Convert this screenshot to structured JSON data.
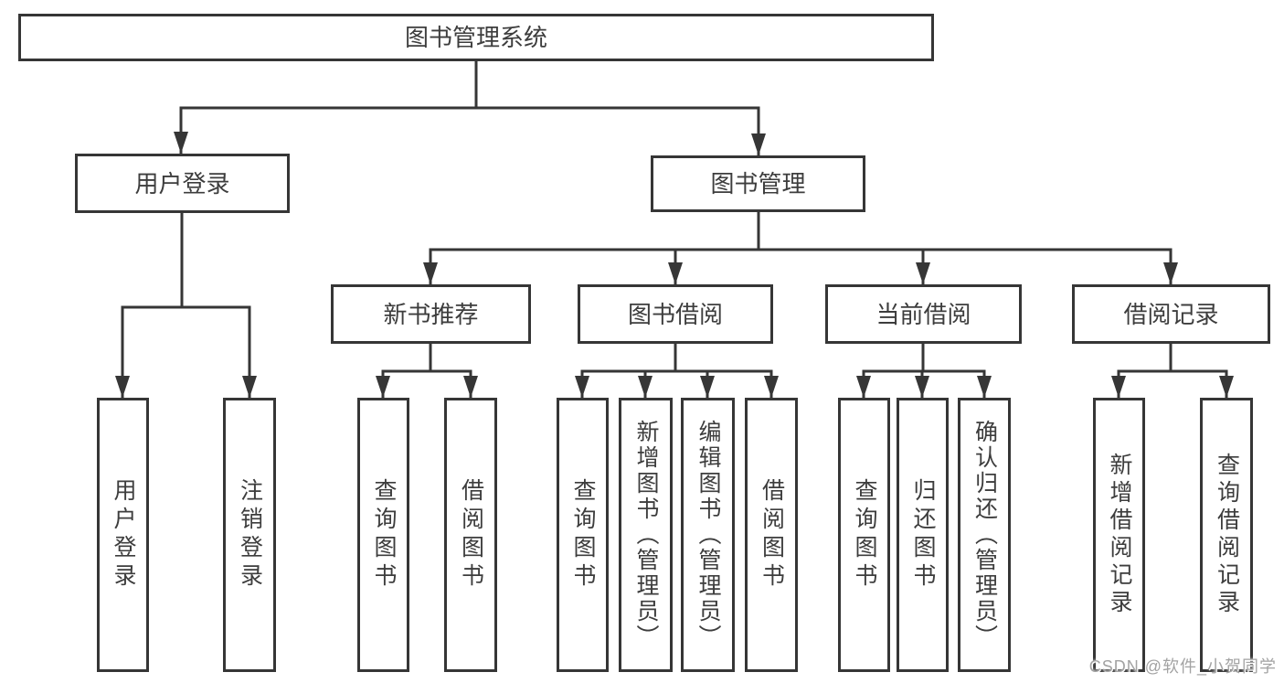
{
  "tree": {
    "label": "图书管理系统",
    "children": [
      {
        "label": "用户登录",
        "children": [
          {
            "label": "用户登录"
          },
          {
            "label": "注销登录"
          }
        ]
      },
      {
        "label": "图书管理",
        "children": [
          {
            "label": "新书推荐",
            "children": [
              {
                "label": "查询图书"
              },
              {
                "label": "借阅图书"
              }
            ]
          },
          {
            "label": "图书借阅",
            "children": [
              {
                "label": "查询图书"
              },
              {
                "label": "新增图书（管理员）"
              },
              {
                "label": "编辑图书（管理员）"
              },
              {
                "label": "借阅图书"
              }
            ]
          },
          {
            "label": "当前借阅",
            "children": [
              {
                "label": "查询图书"
              },
              {
                "label": "归还图书"
              },
              {
                "label": "确认归还（管理员）"
              }
            ]
          },
          {
            "label": "借阅记录",
            "children": [
              {
                "label": "新增借阅记录"
              },
              {
                "label": "查询借阅记录"
              }
            ]
          }
        ]
      }
    ]
  },
  "watermark": {
    "text": "CSDN @软件_小贺同学"
  },
  "style": {
    "line_color": "#363636",
    "text_color": "#3d3d3d",
    "box_background": "#ffffff",
    "watermark_color": "#a3a3a3"
  }
}
